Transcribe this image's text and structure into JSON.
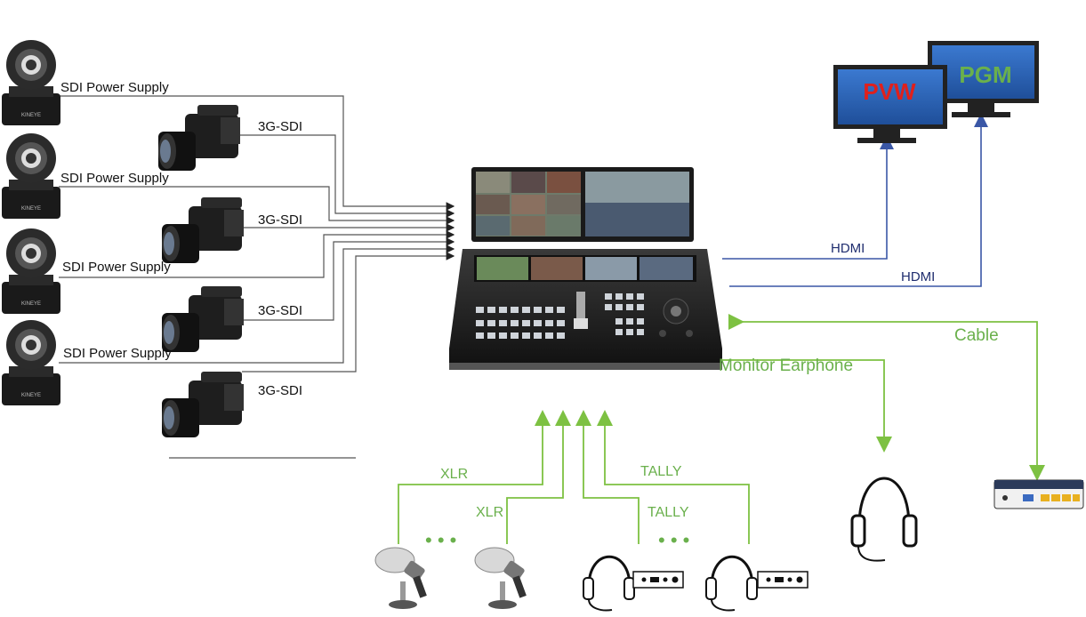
{
  "labels": {
    "sdi_power": "SDI Power Supply",
    "sdi_3g": "3G-SDI",
    "hdmi": "HDMI",
    "cable": "Cable",
    "monitor_earphone": "Monitor Earphone",
    "xlr": "XLR",
    "tally": "TALLY",
    "ellipsis": "• • •"
  },
  "monitors": {
    "pvw": "PVW",
    "pgm": "PGM"
  },
  "camera_brand": "KINEYE",
  "colors": {
    "video_line": "#444444",
    "hdmi_line": "#3a57a6",
    "audio_line": "#7dc142",
    "pvw_text": "#e0201c",
    "pgm_text": "#6ab04c",
    "screen_blue": "#2f63b8"
  }
}
